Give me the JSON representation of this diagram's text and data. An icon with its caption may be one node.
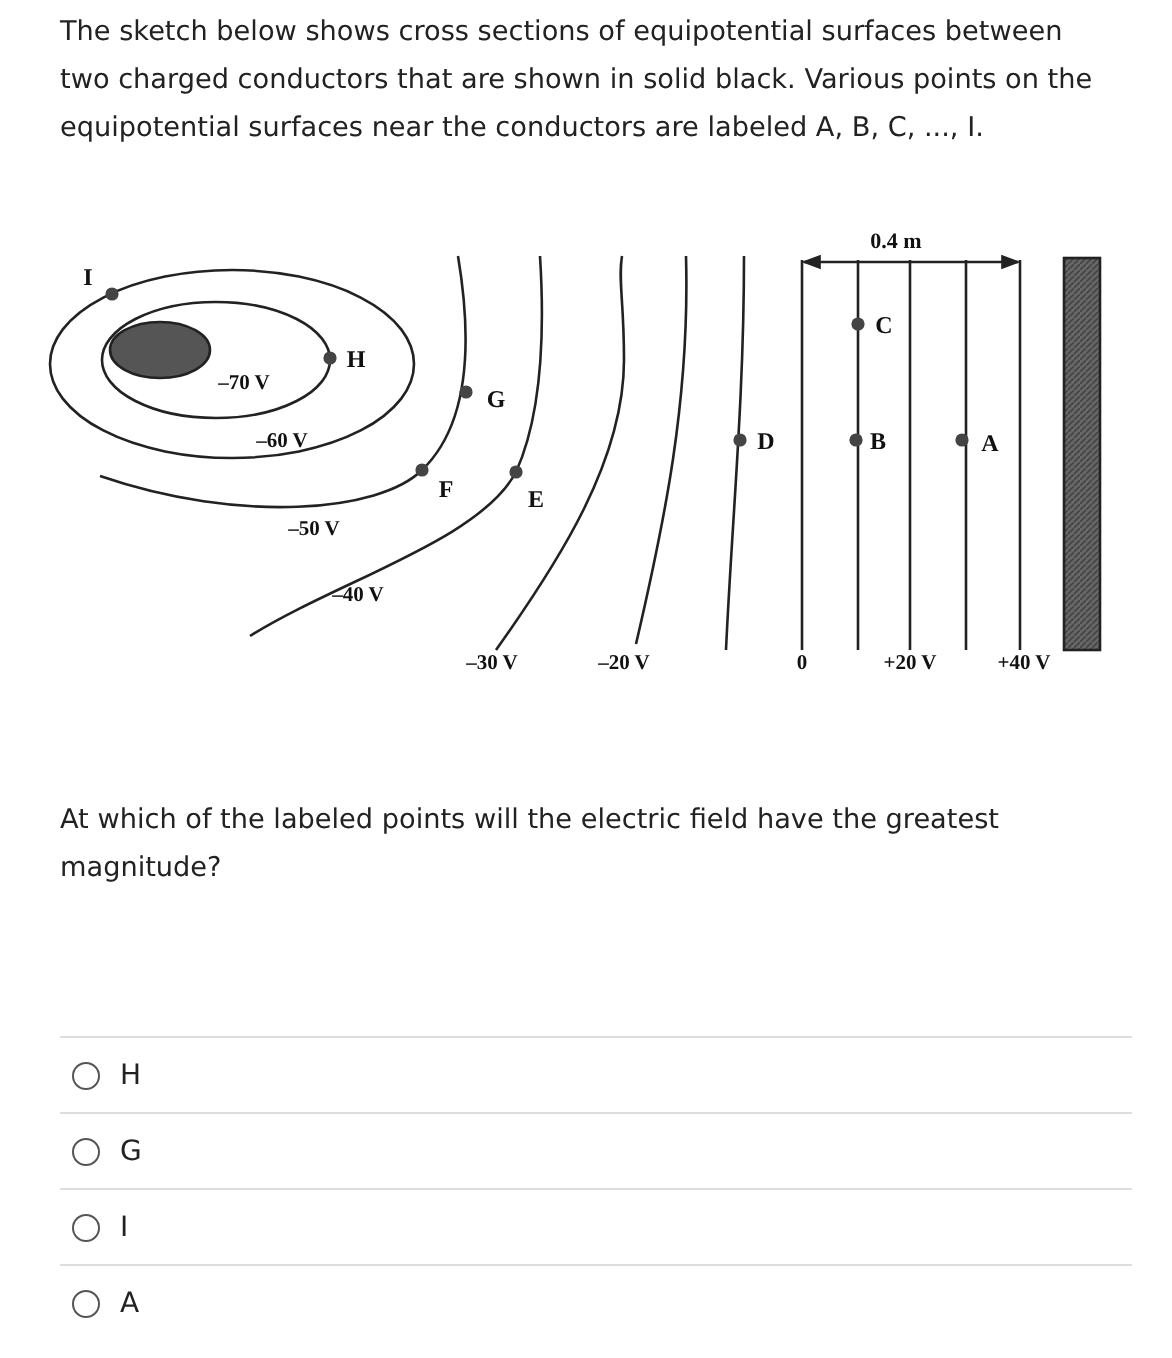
{
  "diagram": {
    "labels": [
      "The sketch below shows cross sections of equipotential surfaces between two charged conductors that are shown in solid black. Various points on the equipotential surfaces near the conductors are labeled A, B, C, ..., I.",
      "0.4 m",
      "I",
      "C",
      "H",
      "–70 V",
      "G",
      "–60 V",
      "D",
      "B",
      "A",
      "F",
      "E",
      "–50 V",
      "–40 V",
      "–30 V",
      "–20 V",
      "0",
      "+20 V",
      "+40 V",
      "At which of the labeled points will the electric field have the greatest magnitude?",
      "H",
      "G",
      "I",
      "A"
    ]
  }
}
